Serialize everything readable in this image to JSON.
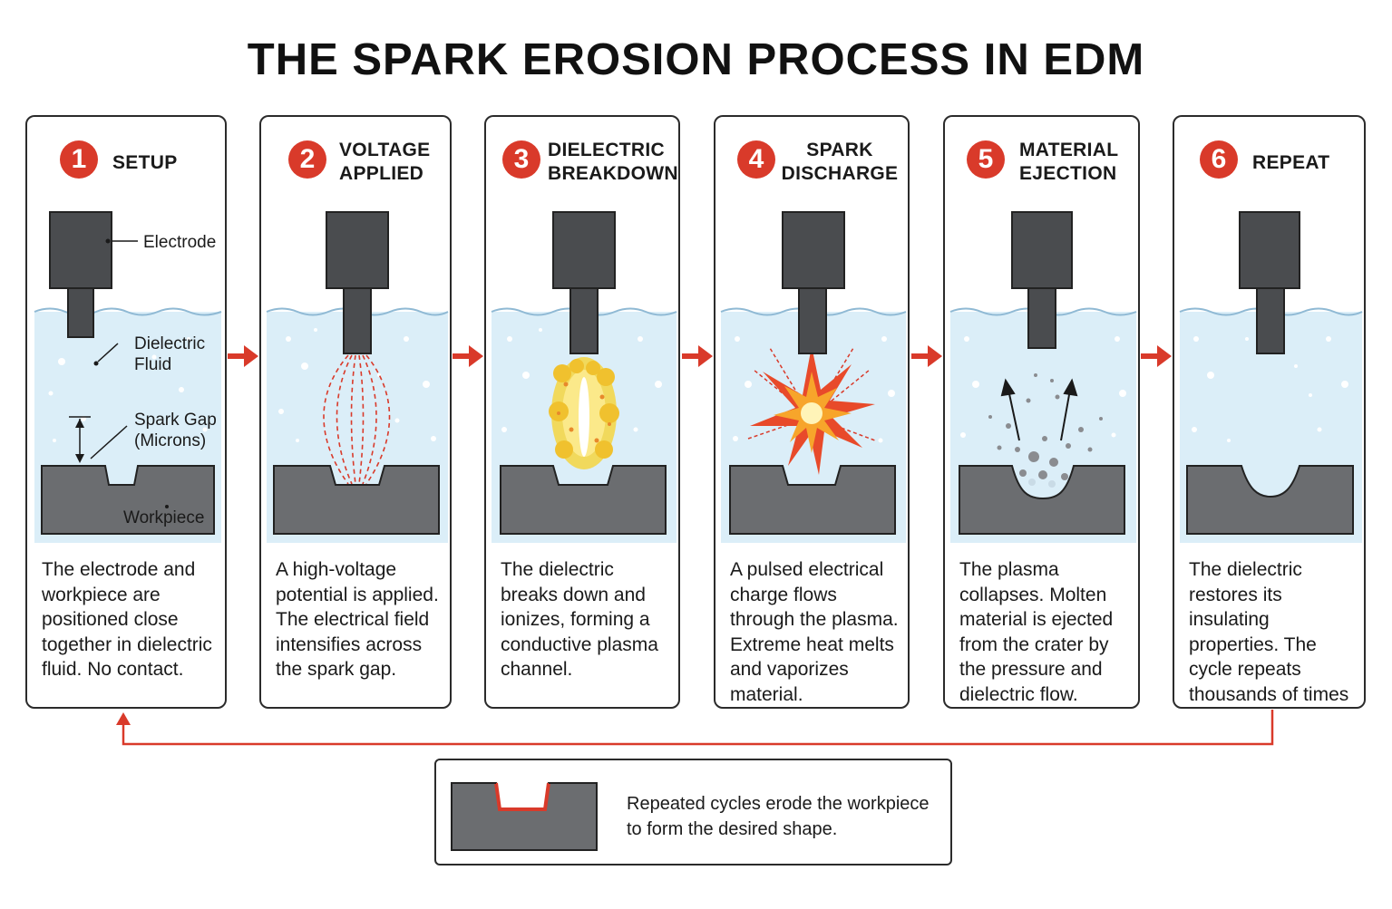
{
  "title": "THE SPARK EROSION PROCESS IN EDM",
  "steps": [
    {
      "num": "1",
      "title": "SETUP",
      "desc": "The electrode and workpiece are positioned close together in dielectric fluid. No contact."
    },
    {
      "num": "2",
      "title": "VOLTAGE APPLIED",
      "desc": "A high-voltage potential is applied. The electrical field intensifies across the spark gap."
    },
    {
      "num": "3",
      "title": "DIELECTRIC BREAKDOWN",
      "desc": "The dielectric breaks down and ionizes, forming a conductive plasma channel."
    },
    {
      "num": "4",
      "title": "SPARK DISCHARGE",
      "desc": "A pulsed electrical charge flows through the plasma. Extreme heat melts and vaporizes material."
    },
    {
      "num": "5",
      "title": "MATERIAL EJECTION",
      "desc": "The plasma collapses. Molten material is ejected from the crater by the pressure and dielectric flow."
    },
    {
      "num": "6",
      "title": "REPEAT",
      "desc": "The dielectric restores its insulating properties. The cycle repeats thousands of times per second."
    }
  ],
  "labels": {
    "electrode": "Electrode",
    "dielectric_1": "Dielectric",
    "dielectric_2": "Fluid",
    "gap_1": "Spark Gap",
    "gap_2": "(Microns)",
    "workpiece": "Workpiece"
  },
  "summary": {
    "line1": "Repeated cycles erode the workpiece",
    "line2": "to form the desired shape."
  },
  "colors": {
    "accent": "#d93a2a",
    "fluid": "#dbeef8",
    "metal": "#6b6d70",
    "electrode": "#4a4c4f"
  }
}
